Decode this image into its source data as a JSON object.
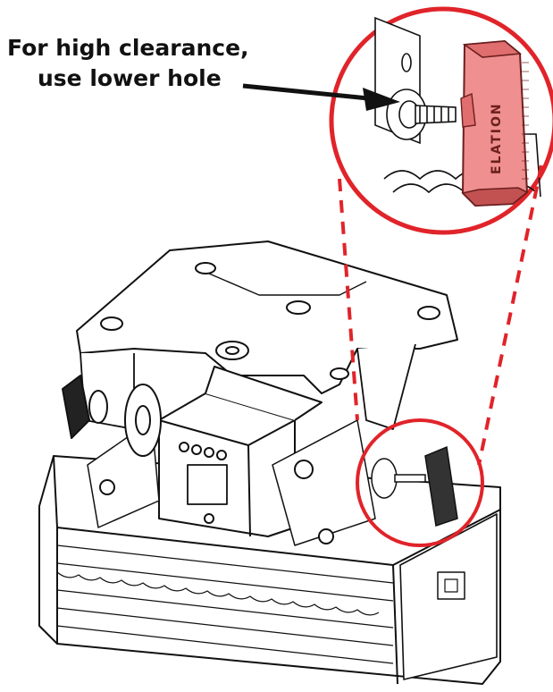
{
  "annotation": {
    "lines": [
      "For high clearance,",
      "use lower hole"
    ]
  },
  "knob_brand": "ELATION",
  "colors": {
    "callout_ring": "#e0242a",
    "knob_pink": "#f08f8f",
    "knob_dark": "#6b1f1f",
    "line_art": "#111111",
    "text": "#111111"
  },
  "icons": {
    "arrow": "arrow-right-icon",
    "knob": "thumb-knob-icon"
  }
}
